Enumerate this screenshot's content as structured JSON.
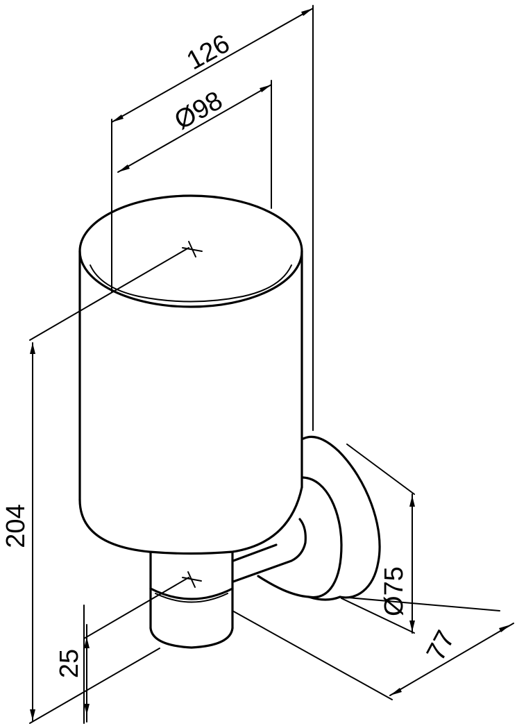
{
  "dimensions": {
    "total_depth": "126",
    "cup_diameter": "Ø98",
    "height": "204",
    "base_height": "25",
    "flange_diameter": "Ø75",
    "projection": "77"
  }
}
